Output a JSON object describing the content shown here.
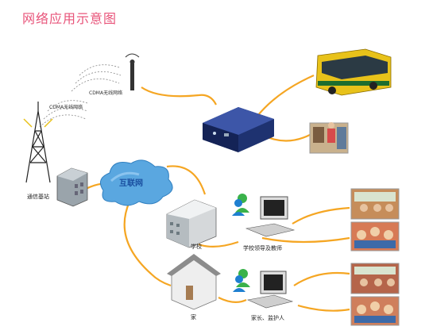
{
  "title": "网络应用示意图",
  "nodes": {
    "cdma_wireless_1": "CDMA无线网络",
    "cdma_wireless_2": "CDMA无线网络",
    "base_station": "通信基站",
    "internet": "互联网",
    "school": "学校",
    "school_leaders": "学校领导及教师",
    "home": "家",
    "parents": "家长、监护人"
  },
  "colors": {
    "connector": "#f5a623",
    "title": "#e8547a",
    "cloud": "#5aa7e0",
    "bus": "#e8c21a"
  }
}
